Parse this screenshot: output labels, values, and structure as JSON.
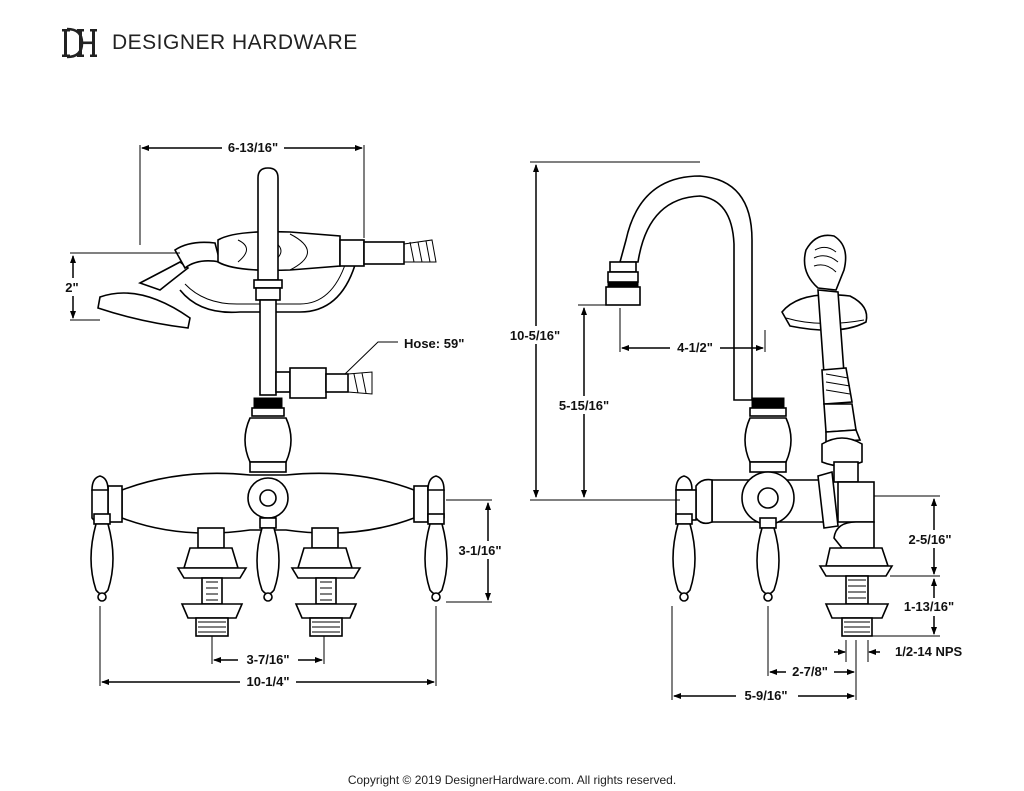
{
  "brand": {
    "name": "DESIGNER HARDWARE",
    "logo_letters": "DH"
  },
  "front_view": {
    "dims": {
      "top_width": "6-13/16\"",
      "hand_shower_height": "2\"",
      "hose": "Hose: 59\"",
      "handle_height": "3-1/16\"",
      "center_spacing": "3-7/16\"",
      "overall_width": "10-1/4\""
    }
  },
  "side_view": {
    "dims": {
      "overall_height": "10-5/16\"",
      "spout_reach": "4-1/2\"",
      "spout_height": "5-15/16\"",
      "body_to_mount": "2-5/16\"",
      "shank_length": "1-13/16\"",
      "thread": "1/2-14 NPS",
      "body_depth": "2-7/8\"",
      "overall_depth": "5-9/16\""
    }
  },
  "footer": {
    "copyright": "Copyright © 2019 DesignerHardware.com. All rights reserved."
  }
}
